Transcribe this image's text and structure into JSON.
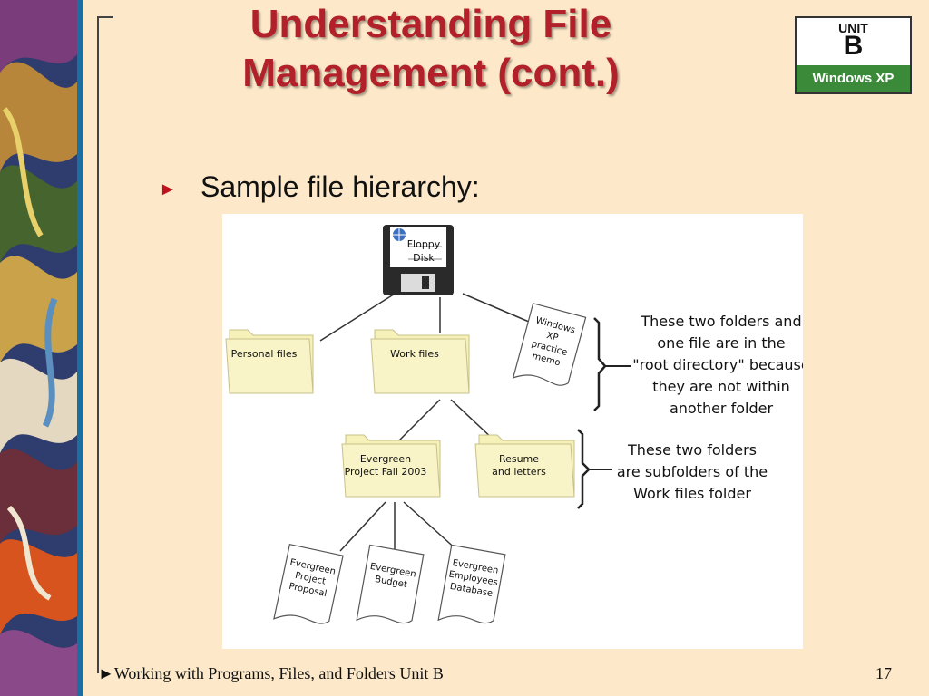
{
  "title": {
    "line1": "Understanding File",
    "line2": "Management (cont.)"
  },
  "badge": {
    "unit": "UNIT",
    "letter": "B",
    "product": "Windows XP"
  },
  "bullet": {
    "text": "Sample file hierarchy:"
  },
  "diagram": {
    "root_label": [
      "Floppy",
      "Disk"
    ],
    "level1": {
      "personal": "Personal files",
      "work": "Work files",
      "memo": [
        "Windows",
        "XP",
        "practice",
        "memo"
      ]
    },
    "level2": {
      "evergreen": [
        "Evergreen",
        "Project Fall 2003"
      ],
      "resume": [
        "Resume",
        "and letters"
      ]
    },
    "level3": {
      "proposal": [
        "Evergreen",
        "Project",
        "Proposal"
      ],
      "budget": [
        "Evergreen",
        "Budget"
      ],
      "database": [
        "Evergreen",
        "Employees",
        "Database"
      ]
    },
    "note_root": [
      "These two folders and",
      "one file are in the",
      "\"root directory\" because",
      "they are not within",
      "another folder"
    ],
    "note_sub": [
      "These two folders",
      "are subfolders of the",
      "Work files folder"
    ]
  },
  "footer": {
    "text": "►Working with Programs, Files, and Folders Unit B",
    "page": "17"
  },
  "colors": {
    "title": "#b2202a",
    "background": "#fde9c9",
    "accent_bar": "#1b6fa0",
    "folder": "#f5f1b8",
    "badge_bar": "#3a8a3a"
  }
}
